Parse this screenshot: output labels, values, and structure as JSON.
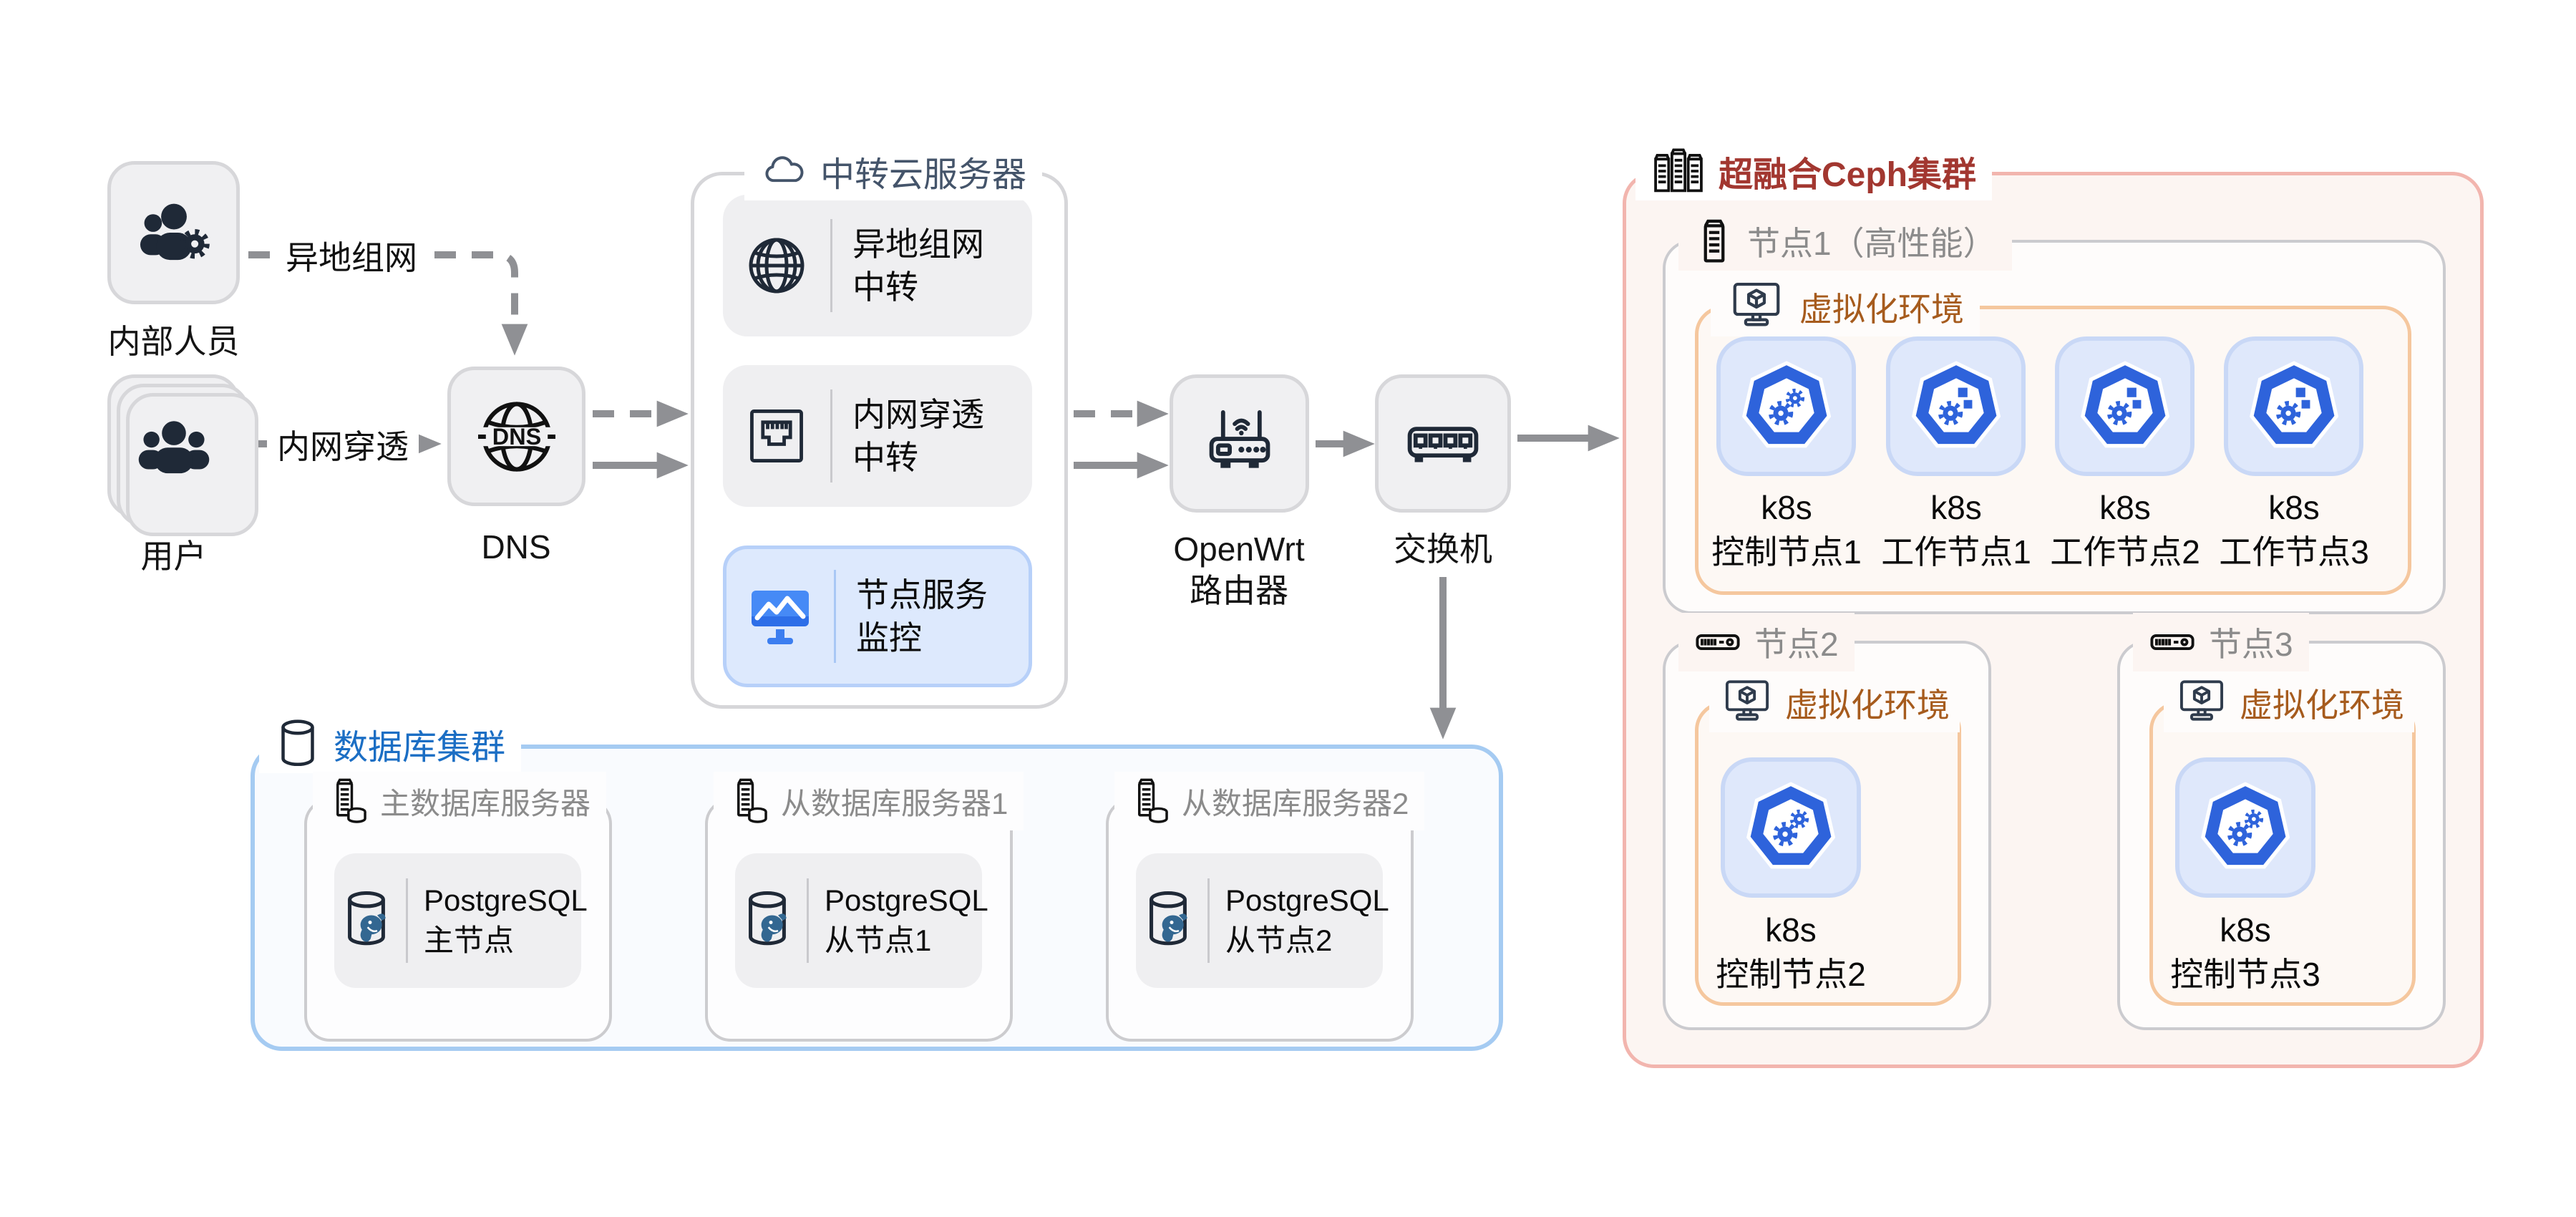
{
  "left_nodes": {
    "internal_staff_label": "内部人员",
    "users_label": "用户",
    "dns_label": "DNS",
    "dns_icon_text": "DNS",
    "openwrt_label_line1": "OpenWrt",
    "openwrt_label_line2": "路由器",
    "switch_label": "交换机"
  },
  "edge_labels": {
    "remote_network": "异地组网",
    "intranet_traversal": "内网穿透"
  },
  "relay_server": {
    "title": "中转云服务器",
    "items": [
      {
        "line1": "异地组网",
        "line2": "中转"
      },
      {
        "line1": "内网穿透",
        "line2": "中转"
      },
      {
        "line1": "节点服务",
        "line2": "监控"
      }
    ]
  },
  "ceph_cluster": {
    "title": "超融合Ceph集群",
    "node1": {
      "title": "节点1（高性能）",
      "virtualization_title": "虚拟化环境",
      "k8s_nodes": [
        {
          "line1": "k8s",
          "line2": "控制节点1"
        },
        {
          "line1": "k8s",
          "line2": "工作节点1"
        },
        {
          "line1": "k8s",
          "line2": "工作节点2"
        },
        {
          "line1": "k8s",
          "line2": "工作节点3"
        }
      ]
    },
    "node2": {
      "title": "节点2",
      "virtualization_title": "虚拟化环境",
      "k8s": {
        "line1": "k8s",
        "line2": "控制节点2"
      }
    },
    "node3": {
      "title": "节点3",
      "virtualization_title": "虚拟化环境",
      "k8s": {
        "line1": "k8s",
        "line2": "控制节点3"
      }
    }
  },
  "db_cluster": {
    "title": "数据库集群",
    "servers": [
      {
        "title": "主数据库服务器",
        "card": {
          "line1": "PostgreSQL",
          "line2": "主节点"
        }
      },
      {
        "title": "从数据库服务器1",
        "card": {
          "line1": "PostgreSQL",
          "line2": "从节点1"
        }
      },
      {
        "title": "从数据库服务器2",
        "card": {
          "line1": "PostgreSQL",
          "line2": "从节点2"
        }
      }
    ]
  },
  "colors": {
    "arrow": "#8f9094",
    "node_card_bg": "#f0f0f2",
    "ceph_accent": "#a23730",
    "ceph_border": "#f2b5ae",
    "virtualization_accent": "#a65b1d",
    "virtualization_border": "#f5c79e",
    "db_accent": "#1b6ec4",
    "db_border": "#a5cbf2",
    "k8s_blue": "#2e63db",
    "k8s_card_bg": "#dfe8fb",
    "monitor_blue": "#468af6",
    "postgres_blue": "#336791",
    "relay_title": "#44546a",
    "node_title_gray": "#8b8b8b"
  }
}
